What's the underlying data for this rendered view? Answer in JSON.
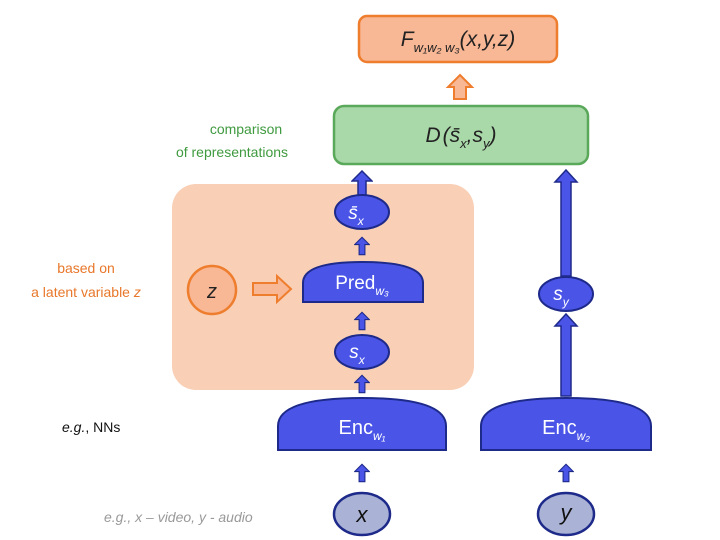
{
  "colors": {
    "blue_fill": "#4a55e8",
    "blue_stroke": "#1e2a8a",
    "orange_text": "#e8772a",
    "orange_fill": "#f8b795",
    "orange_stroke": "#ef7d2e",
    "latent_region": "#f9cfb5",
    "green_fill": "#a9d8a9",
    "green_stroke": "#5aa85a",
    "green_text": "#3f9a3f",
    "node_fill": "#aab3d6",
    "gray_text": "#999999"
  },
  "labels": {
    "comparison_line1": "comparison",
    "comparison_line2": "of representations",
    "latent_line1": "based on",
    "latent_line2_prefix": "a latent variable ",
    "latent_line2_var": "z",
    "nns_eg": "e.g.",
    "nns_rest": ", NNs",
    "bottom_eg": "e.g., x – video, y - audio"
  },
  "nodes": {
    "F": {
      "base": "F",
      "sub": "w₁w₂ w₃",
      "args": "(x,y,z)"
    },
    "D": {
      "base": "D",
      "args_open": "(",
      "sx_bar": "s̄",
      "sx_sub": "x",
      "comma": ",",
      "sy": "s",
      "sy_sub": "y",
      "args_close": ")"
    },
    "sx_bar": {
      "base": "s̄",
      "sub": "x"
    },
    "pred": {
      "base": "Pred",
      "sub": "w₃"
    },
    "z": {
      "text": "z"
    },
    "sx": {
      "base": "s",
      "sub": "x"
    },
    "sy": {
      "base": "s",
      "sub": "y"
    },
    "enc1": {
      "base": "Enc",
      "sub": "w₁"
    },
    "enc2": {
      "base": "Enc",
      "sub": "w₂"
    },
    "x": {
      "text": "x"
    },
    "y": {
      "text": "y"
    }
  }
}
